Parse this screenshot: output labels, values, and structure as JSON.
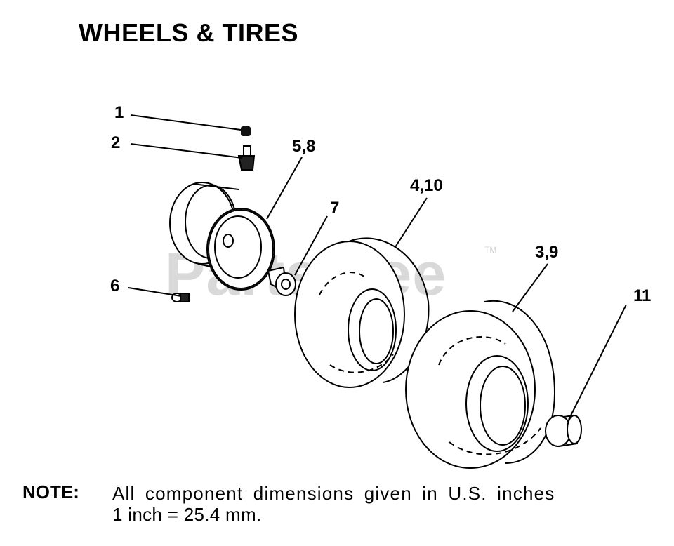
{
  "title": "WHEELS & TIRES",
  "watermark": {
    "text": "PartsTree",
    "mark": "TM"
  },
  "callouts": {
    "c1": "1",
    "c2": "2",
    "c58": "5,8",
    "c7": "7",
    "c410": "4,10",
    "c39": "3,9",
    "c6": "6",
    "c11": "11"
  },
  "parts": [
    "valve-cap",
    "valve-stem",
    "wheel-rim",
    "grease-fitting",
    "bushing",
    "front-tire",
    "rear-tire",
    "hub-cap"
  ],
  "note": {
    "label": "NOTE:",
    "line1": "All component dimensions given in U.S. inches",
    "line2": "1 inch = 25.4 mm."
  }
}
